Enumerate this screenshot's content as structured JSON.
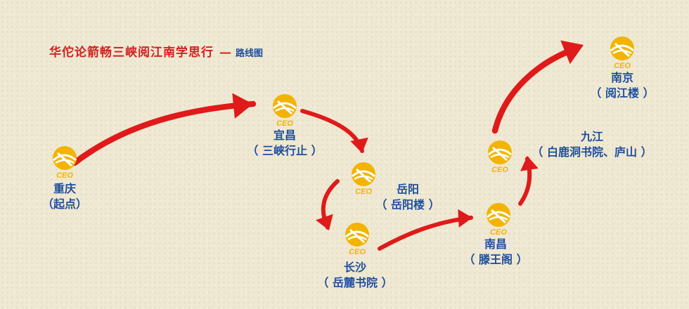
{
  "title": {
    "main": "华佗论箭畅三峡阅江南学思行",
    "dash": "—",
    "sub": "路线图"
  },
  "logo_text": "CEO",
  "colors": {
    "arrow": "#e01a1a",
    "label": "#1e4f9e",
    "logo": "#f2b400",
    "title": "#d42020"
  },
  "stops": [
    {
      "id": "chongqing",
      "name": "重庆",
      "note": "（起点）"
    },
    {
      "id": "yichang",
      "name": "宜昌",
      "note": "（ 三峡行止 ）"
    },
    {
      "id": "yueyang",
      "name": "岳阳",
      "note": "（ 岳阳楼 ）"
    },
    {
      "id": "changsha",
      "name": "长沙",
      "note": "（ 岳麓书院 ）"
    },
    {
      "id": "nanchang",
      "name": "南昌",
      "note": "（ 滕王阁 ）"
    },
    {
      "id": "jiujiang",
      "name": "九江",
      "note": "（ 白鹿洞书院、庐山 ）"
    },
    {
      "id": "nanjing",
      "name": "南京",
      "note": "（ 阅江楼 ）"
    }
  ],
  "route": [
    "chongqing",
    "yichang",
    "yueyang",
    "changsha",
    "nanchang",
    "jiujiang",
    "nanjing"
  ]
}
